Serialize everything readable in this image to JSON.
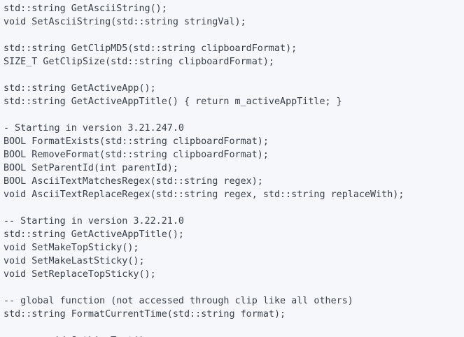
{
  "document": {
    "kind": "plain-text-code-listing",
    "background_color": "#f5f7fa",
    "text_color": "#3b414b",
    "lines": [
      {
        "text": "std::string GetAsciiString();"
      },
      {
        "text": "void SetAsciiString(std::string stringVal);"
      },
      {
        "text": ""
      },
      {
        "text": "std::string GetClipMD5(std::string clipboardFormat);"
      },
      {
        "text": "SIZE_T GetClipSize(std::string clipboardFormat);"
      },
      {
        "text": ""
      },
      {
        "text": "std::string GetActiveApp();"
      },
      {
        "text": "std::string GetActiveAppTitle() { return m_activeAppTitle; }"
      },
      {
        "text": ""
      },
      {
        "text": "- Starting in version 3.21.247.0"
      },
      {
        "text": "BOOL FormatExists(std::string clipboardFormat);"
      },
      {
        "text": "BOOL RemoveFormat(std::string clipboardFormat);"
      },
      {
        "text": "BOOL SetParentId(int parentId);"
      },
      {
        "text": "BOOL AsciiTextMatchesRegex(std::string regex);"
      },
      {
        "text": "void AsciiTextReplaceRegex(std::string regex, std::string replaceWith);"
      },
      {
        "text": ""
      },
      {
        "text": "-- Starting in version 3.22.21.0"
      },
      {
        "text": "std::string GetActiveAppTitle();"
      },
      {
        "text": "void SetMakeTopSticky();"
      },
      {
        "text": "void SetMakeLastSticky();"
      },
      {
        "text": "void SetReplaceTopSticky();"
      },
      {
        "text": ""
      },
      {
        "text": "-- global function (not accessed through clip like all others)"
      },
      {
        "text": "std::string FormatCurrentTime(std::string format);"
      },
      {
        "text": ""
      },
      {
        "text": "       void SetLineText();"
      }
    ]
  }
}
